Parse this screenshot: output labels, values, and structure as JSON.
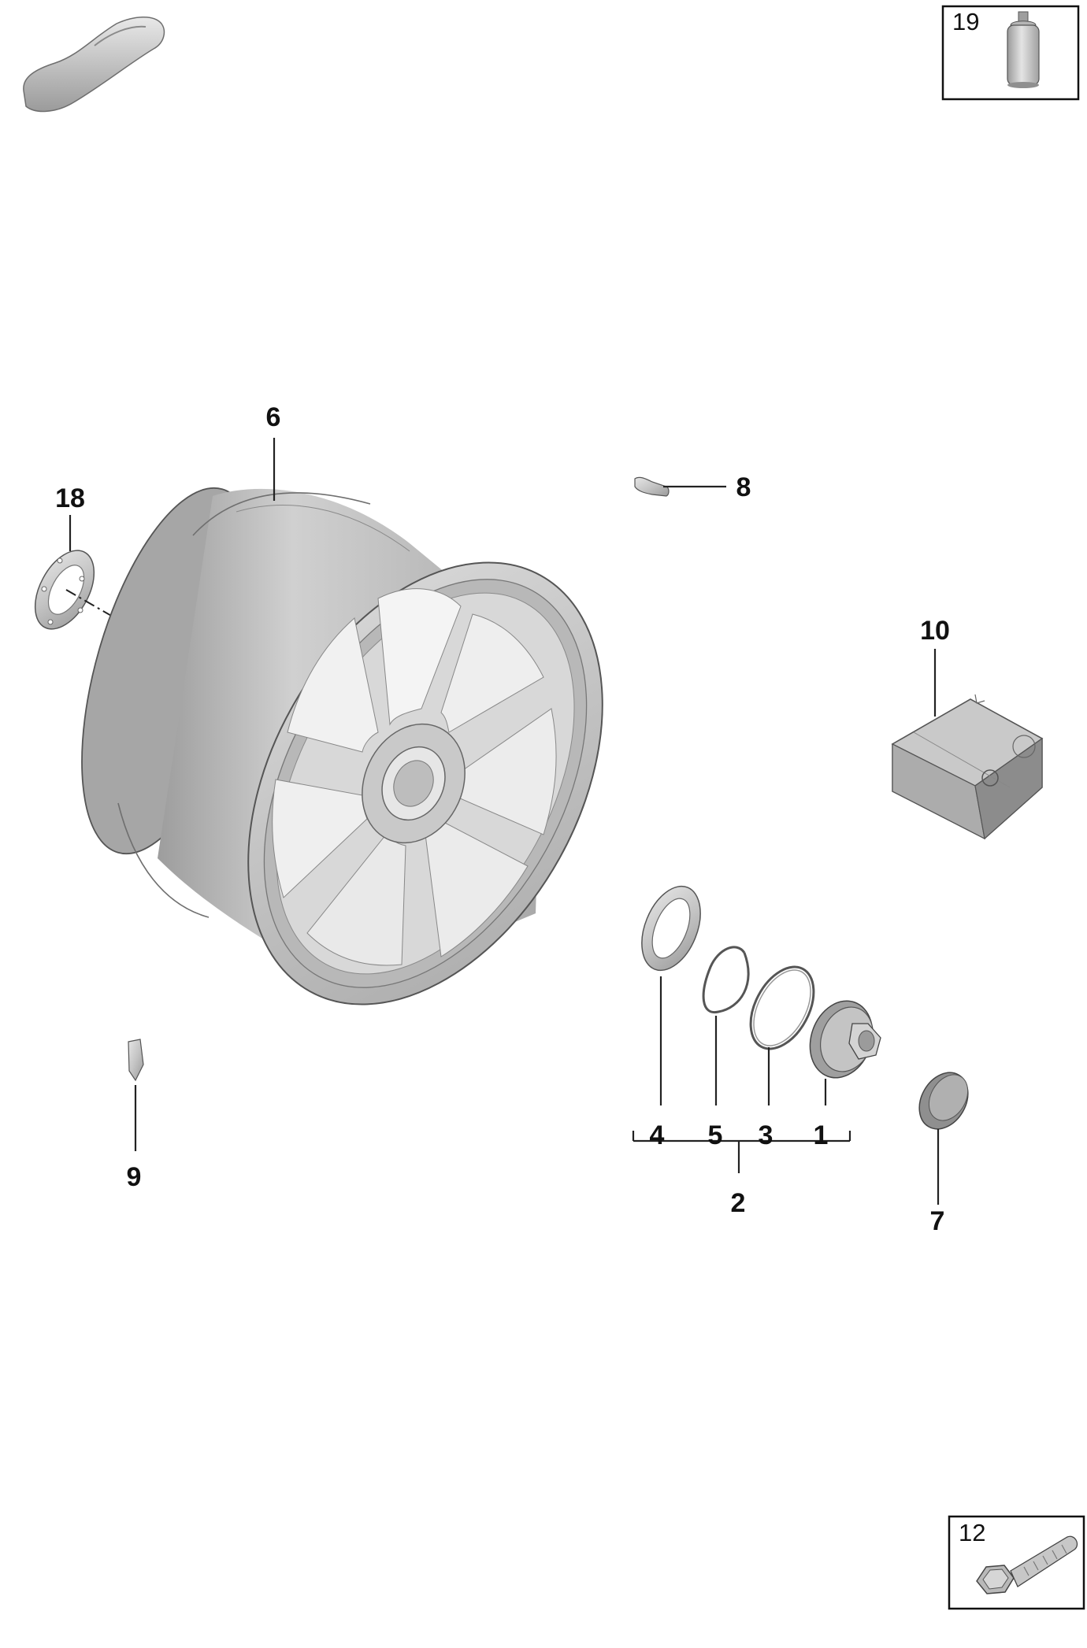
{
  "diagram": {
    "callouts": {
      "c1": "1",
      "c2": "2",
      "c3": "3",
      "c4": "4",
      "c5": "5",
      "c6": "6",
      "c7": "7",
      "c8": "8",
      "c9": "9",
      "c10": "10",
      "c18": "18"
    },
    "inset_boxes": {
      "box19": "19",
      "box12": "12"
    },
    "icons": [
      "car-silhouette-icon",
      "spray-can-icon",
      "wheel-bolt-icon"
    ]
  }
}
